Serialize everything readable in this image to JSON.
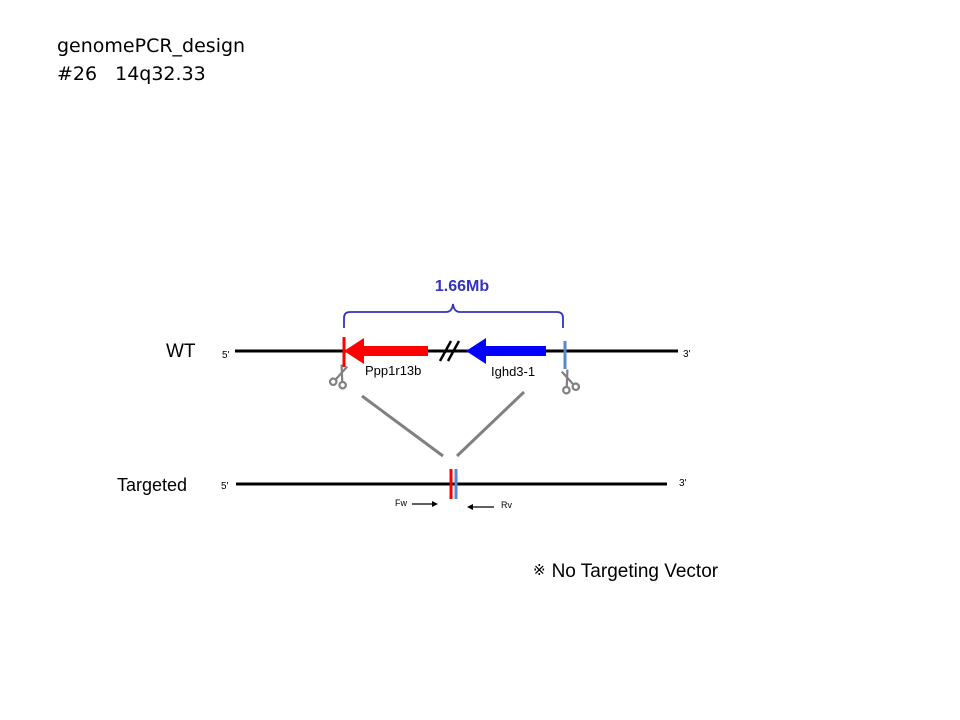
{
  "header": {
    "title": "genomePCR_design",
    "id": "#26",
    "locus": "14q32.33"
  },
  "span_label": "1.66Mb",
  "wt": {
    "label": "WT",
    "five_prime": "5'",
    "three_prime": "3'",
    "gene_left": "Ppp1r13b",
    "gene_right": "Ighd3-1"
  },
  "targeted": {
    "label": "Targeted",
    "five_prime": "5'",
    "three_prime": "3'",
    "primer_fw": "Fw",
    "primer_rv": "Rv"
  },
  "note": {
    "symbol": "※",
    "text": "No Targeting Vector"
  },
  "colors": {
    "gene_left": "#ff0000",
    "gene_right": "#0000ff",
    "bracket": "#3333bb",
    "cut_left": "#ff0000",
    "cut_right": "#5588cc",
    "scissors": "#808080"
  },
  "icons": [
    "scissors-icon",
    "scissors-icon"
  ]
}
